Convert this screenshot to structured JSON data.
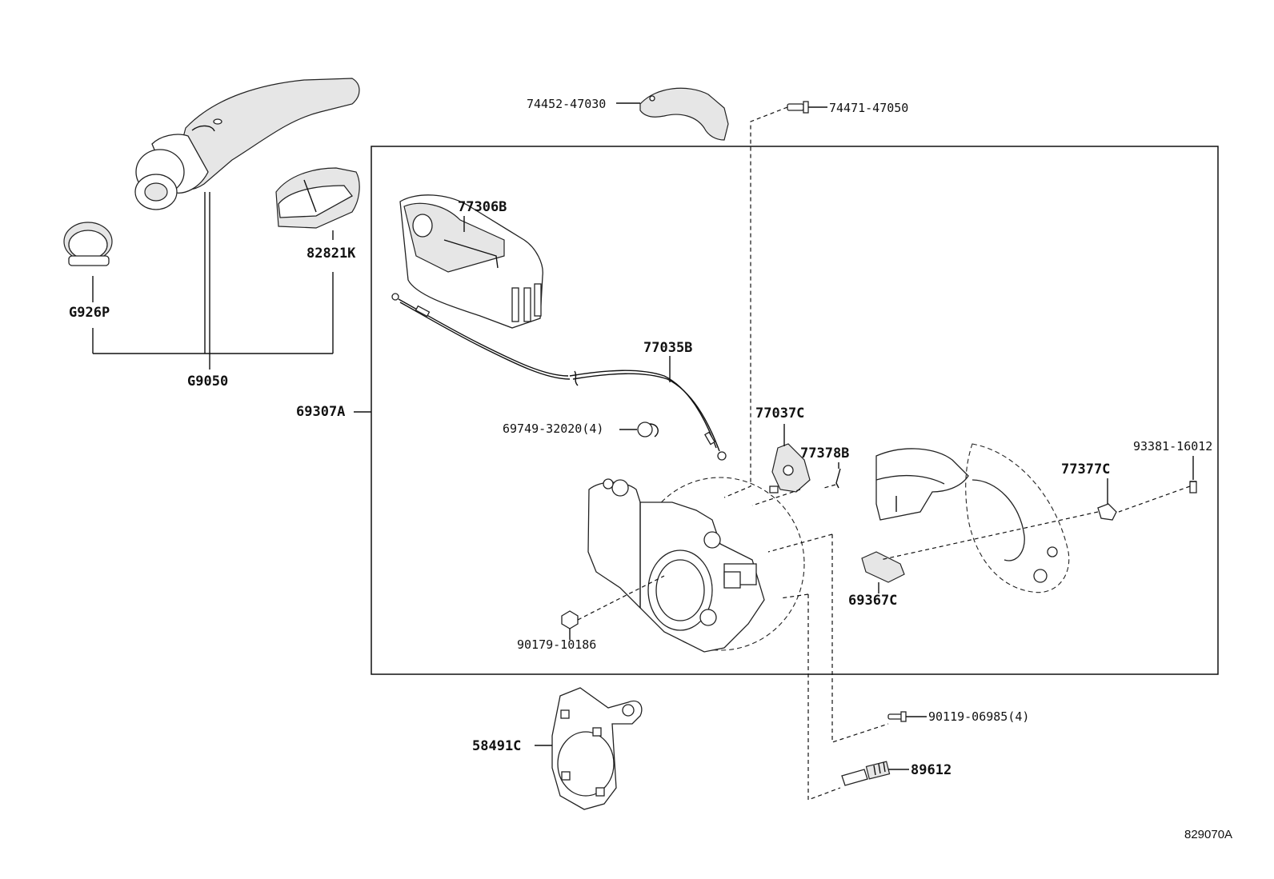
{
  "diagram": {
    "labels": {
      "l74452": "74452-47030",
      "l74471": "74471-47050",
      "l77306": "77306B",
      "l82821": "82821K",
      "lG926": "G926P",
      "lG9050": "G9050",
      "l77035": "77035B",
      "l69307": "69307A",
      "l69749": "69749-32020(4)",
      "l77037": "77037C",
      "l77378": "77378B",
      "l93381": "93381-16012",
      "l77377": "77377C",
      "l69367": "69367C",
      "l90179": "90179-10186",
      "l90119": "90119-06985(4)",
      "l89612": "89612",
      "l58491": "58491C",
      "figure_id": "829070A"
    }
  }
}
